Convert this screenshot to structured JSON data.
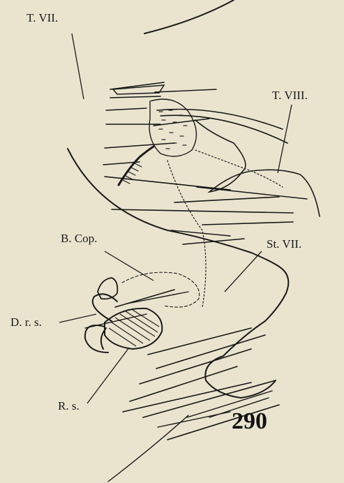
{
  "labels": {
    "t7": "T. VII.",
    "t8": "T. VIII.",
    "bcop": "B. Cop.",
    "st7": "St. VII.",
    "drs": "D. r. s.",
    "rs": "R. s."
  },
  "figure_number": "290"
}
